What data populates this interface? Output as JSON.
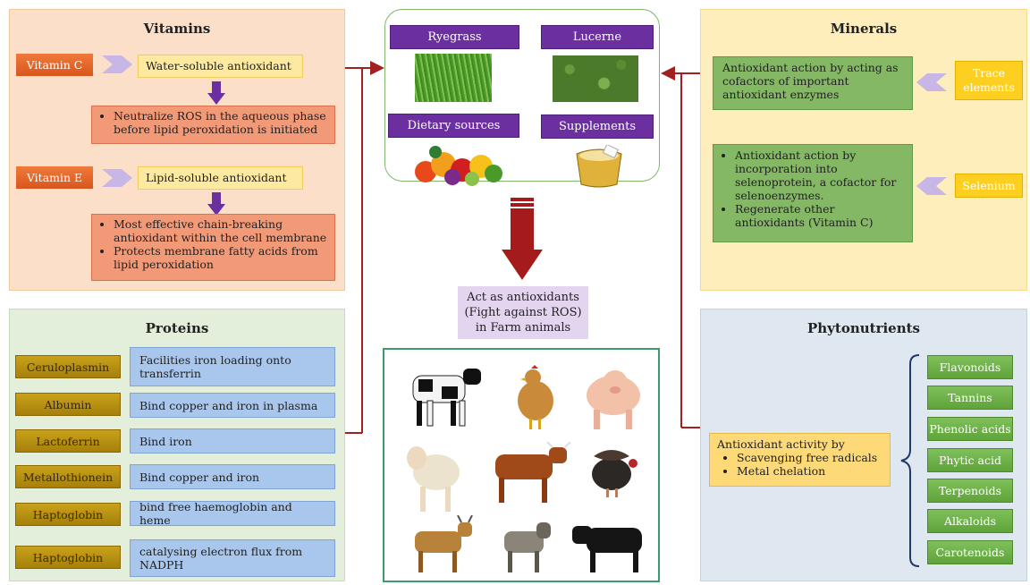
{
  "vitamins": {
    "title": "Vitamins",
    "vitamin_c": {
      "label": "Vitamin C",
      "type": "Water-soluble antioxidant",
      "points": [
        "Neutralize ROS in the aqueous phase before lipid peroxidation is initiated"
      ]
    },
    "vitamin_e": {
      "label": "Vitamin E",
      "type": "Lipid-soluble antioxidant",
      "points": [
        "Most effective chain-breaking antioxidant within the cell membrane",
        "Protects membrane fatty acids from lipid peroxidation"
      ]
    }
  },
  "minerals": {
    "title": "Minerals",
    "trace": {
      "label": "Trace elements",
      "desc": "Antioxidant action by acting as cofactors of important antioxidant enzymes"
    },
    "selenium": {
      "label": "Selenium",
      "points": [
        "Antioxidant action by incorporation into selenoprotein, a cofactor for selenoenzymes.",
        "Regenerate other antioxidants (Vitamin C)"
      ]
    }
  },
  "sources": {
    "ryegrass": "Ryegrass",
    "lucerne": "Lucerne",
    "dietary": "Dietary sources",
    "supplements": "Supplements"
  },
  "center": {
    "act": "Act as antioxidants (Fight against ROS) in Farm animals"
  },
  "proteins": {
    "title": "Proteins",
    "items": [
      {
        "name": "Ceruloplasmin",
        "desc": "Facilities iron loading onto transferrin"
      },
      {
        "name": "Albumin",
        "desc": "Bind copper and iron in plasma"
      },
      {
        "name": "Lactoferrin",
        "desc": "Bind iron"
      },
      {
        "name": "Metallothionein",
        "desc": "Bind copper and iron"
      },
      {
        "name": "Haptoglobin",
        "desc": "bind free haemoglobin and heme"
      },
      {
        "name": "Haptoglobin",
        "desc": "catalysing electron flux from NADPH"
      }
    ]
  },
  "phyto": {
    "title": "Phytonutrients",
    "activity_title": "Antioxidant activity by",
    "activity_points": [
      "Scavenging free radicals",
      "Metal chelation"
    ],
    "items": [
      "Flavonoids",
      "Tannins",
      "Phenolic acids",
      "Phytic acid",
      "Terpenoids",
      "Alkaloids",
      "Carotenoids"
    ]
  },
  "colors": {
    "arrow": "#a32020",
    "purple": "#6b2fa0",
    "green": "#5fa33a",
    "orange": "#e8632a"
  }
}
